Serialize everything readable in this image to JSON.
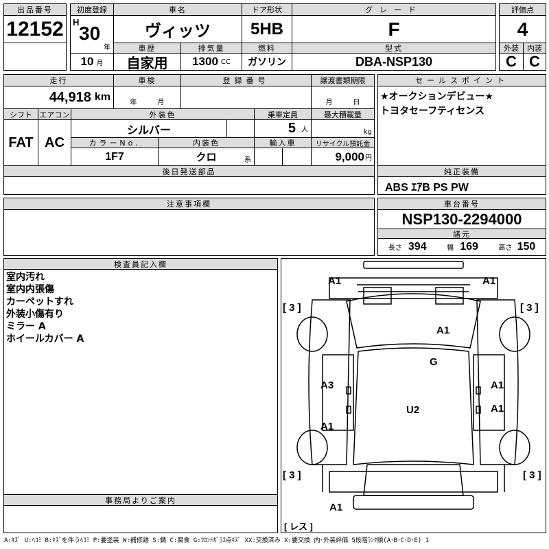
{
  "header": {
    "lot_label": "出品番号",
    "lot": "12152",
    "first_reg_label": "初度登録",
    "era": "H",
    "year": "30",
    "year_unit": "年",
    "month": "10",
    "month_unit": "月",
    "car_name_label": "車名",
    "car_name": "ヴィッツ",
    "history_label": "車歴",
    "history": "自家用",
    "displacement_label": "排気量",
    "displacement": "1300",
    "displacement_unit": "CC",
    "door_label": "ドア形状",
    "door": "5HB",
    "fuel_label": "燃料",
    "fuel": "ガソリン",
    "grade_label": "グレード",
    "grade": "F",
    "model_label": "型式",
    "model": "DBA-NSP130",
    "score_label": "評価点",
    "score": "4",
    "exterior_label": "外装",
    "exterior": "C",
    "interior_label": "内装",
    "interior": "C"
  },
  "details": {
    "mileage_label": "走行",
    "mileage": "44,918",
    "mileage_unit": "km",
    "inspection_label": "車検",
    "inspection_year": "年",
    "inspection_month": "月",
    "reg_no_label": "登録番号",
    "transfer_label": "譲渡書類期限",
    "transfer_month": "月",
    "transfer_day": "日",
    "shift_label": "シフト",
    "shift": "FAT",
    "ac_label": "エアコン",
    "ac": "AC",
    "color_label": "外装色",
    "color": "シルバー",
    "capacity_label": "乗車定員",
    "capacity": "5",
    "capacity_unit": "人",
    "load_label": "最大積載量",
    "load_unit": "kg",
    "color_no_label": "カラーNo.",
    "color_no": "1F7",
    "interior_color_label": "内装色",
    "interior_color": "クロ",
    "interior_color_unit": "系",
    "import_label": "輸入車",
    "recycle_label": "リサイクル預託金",
    "recycle": "9,000",
    "recycle_unit": "円",
    "later_parts_label": "後日発送部品"
  },
  "sales": {
    "label": "セールスポイント",
    "lines": [
      "★オークションデビュー★",
      "トヨタセーフティセンス"
    ]
  },
  "equipment": {
    "label": "純正装備",
    "value": "ABS ｴｱB PS PW"
  },
  "notes": {
    "label": "注意事項欄"
  },
  "chassis": {
    "label": "車台番号",
    "value": "NSP130-2294000",
    "spec_label": "諸元",
    "length_label": "長さ",
    "length": "394",
    "width_label": "幅",
    "width": "169",
    "height_label": "高さ",
    "height": "150"
  },
  "inspector": {
    "label": "検査員記入欄",
    "lines": [
      "室内汚れ",
      "室内内張傷",
      "カーペットすれ",
      "外装小傷有り",
      "ミラー A",
      "ホイールカバー A"
    ]
  },
  "office": {
    "label": "事務局よりご案内"
  },
  "diagram": {
    "marks": [
      "A1",
      "A1",
      "[ 3 ]",
      "[ 3 ]",
      "A1",
      "G",
      "A3",
      "A1",
      "U2",
      "A1",
      "A1",
      "[ 3 ]",
      "[ 3 ]",
      "A1",
      "[ レス ]"
    ]
  },
  "legend": "A:ｷｽﾞ U:ﾍｺﾐ B:ｷｽﾞを伴うﾍｺﾐ P:要塗装 W:補修跡 S:錆 C:腐食 G:ﾌﾛﾝﾄｶﾞﾗｽ点ｷｽﾞ XX:交換済み X:要交換  内･外装評価  5段階ﾗﾝｸ順(A･B･C･D･E) 1"
}
